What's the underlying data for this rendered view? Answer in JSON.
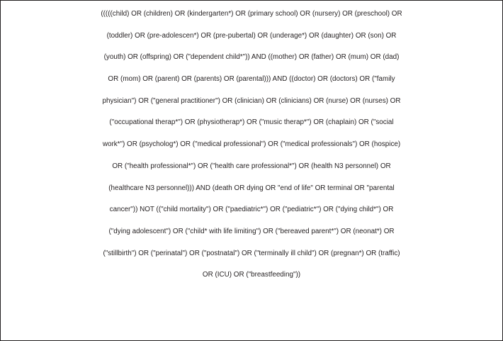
{
  "search_query": {
    "lines": [
      "(((((child) OR (children) OR (kindergarten*) OR (primary school) OR (nursery) OR (preschool) OR",
      "(toddler) OR (pre-adolescen*) OR (pre-pubertal) OR (underage*) OR (daughter) OR (son) OR",
      "(youth) OR (offspring) OR (\"dependent child*\")) AND ((mother) OR (father) OR (mum) OR (dad)",
      "OR (mom) OR (parent) OR (parents) OR (parental))) AND ((doctor) OR (doctors) OR (\"family",
      "physician\") OR (\"general practitioner\") OR (clinician) OR (clinicians) OR (nurse) OR (nurses) OR",
      "(\"occupational therap*\") OR (physiotherap*) OR (\"music therap*\") OR (chaplain) OR (\"social",
      "work*\") OR (psycholog*) OR (\"medical professional\") OR (\"medical professionals\") OR (hospice)",
      "OR (\"health professional*\") OR (\"health care professional*\") OR (health N3 personnel) OR",
      "(healthcare N3 personnel))) AND (death OR dying OR \"end of life\" OR terminal OR \"parental",
      "cancer\")) NOT ((\"child mortality\") OR (\"paediatric*\") OR (\"pediatric*\") OR (\"dying child*\") OR",
      "(\"dying adolescent\") OR (\"child* with life limiting\") OR (\"bereaved parent*\") OR (neonat*) OR",
      "(\"stillbirth\") OR (\"perinatal\") OR (\"postnatal\") OR (\"terminally ill child\") OR (pregnan*) OR (traffic)",
      "OR (ICU) OR (\"breastfeeding\"))"
    ]
  }
}
